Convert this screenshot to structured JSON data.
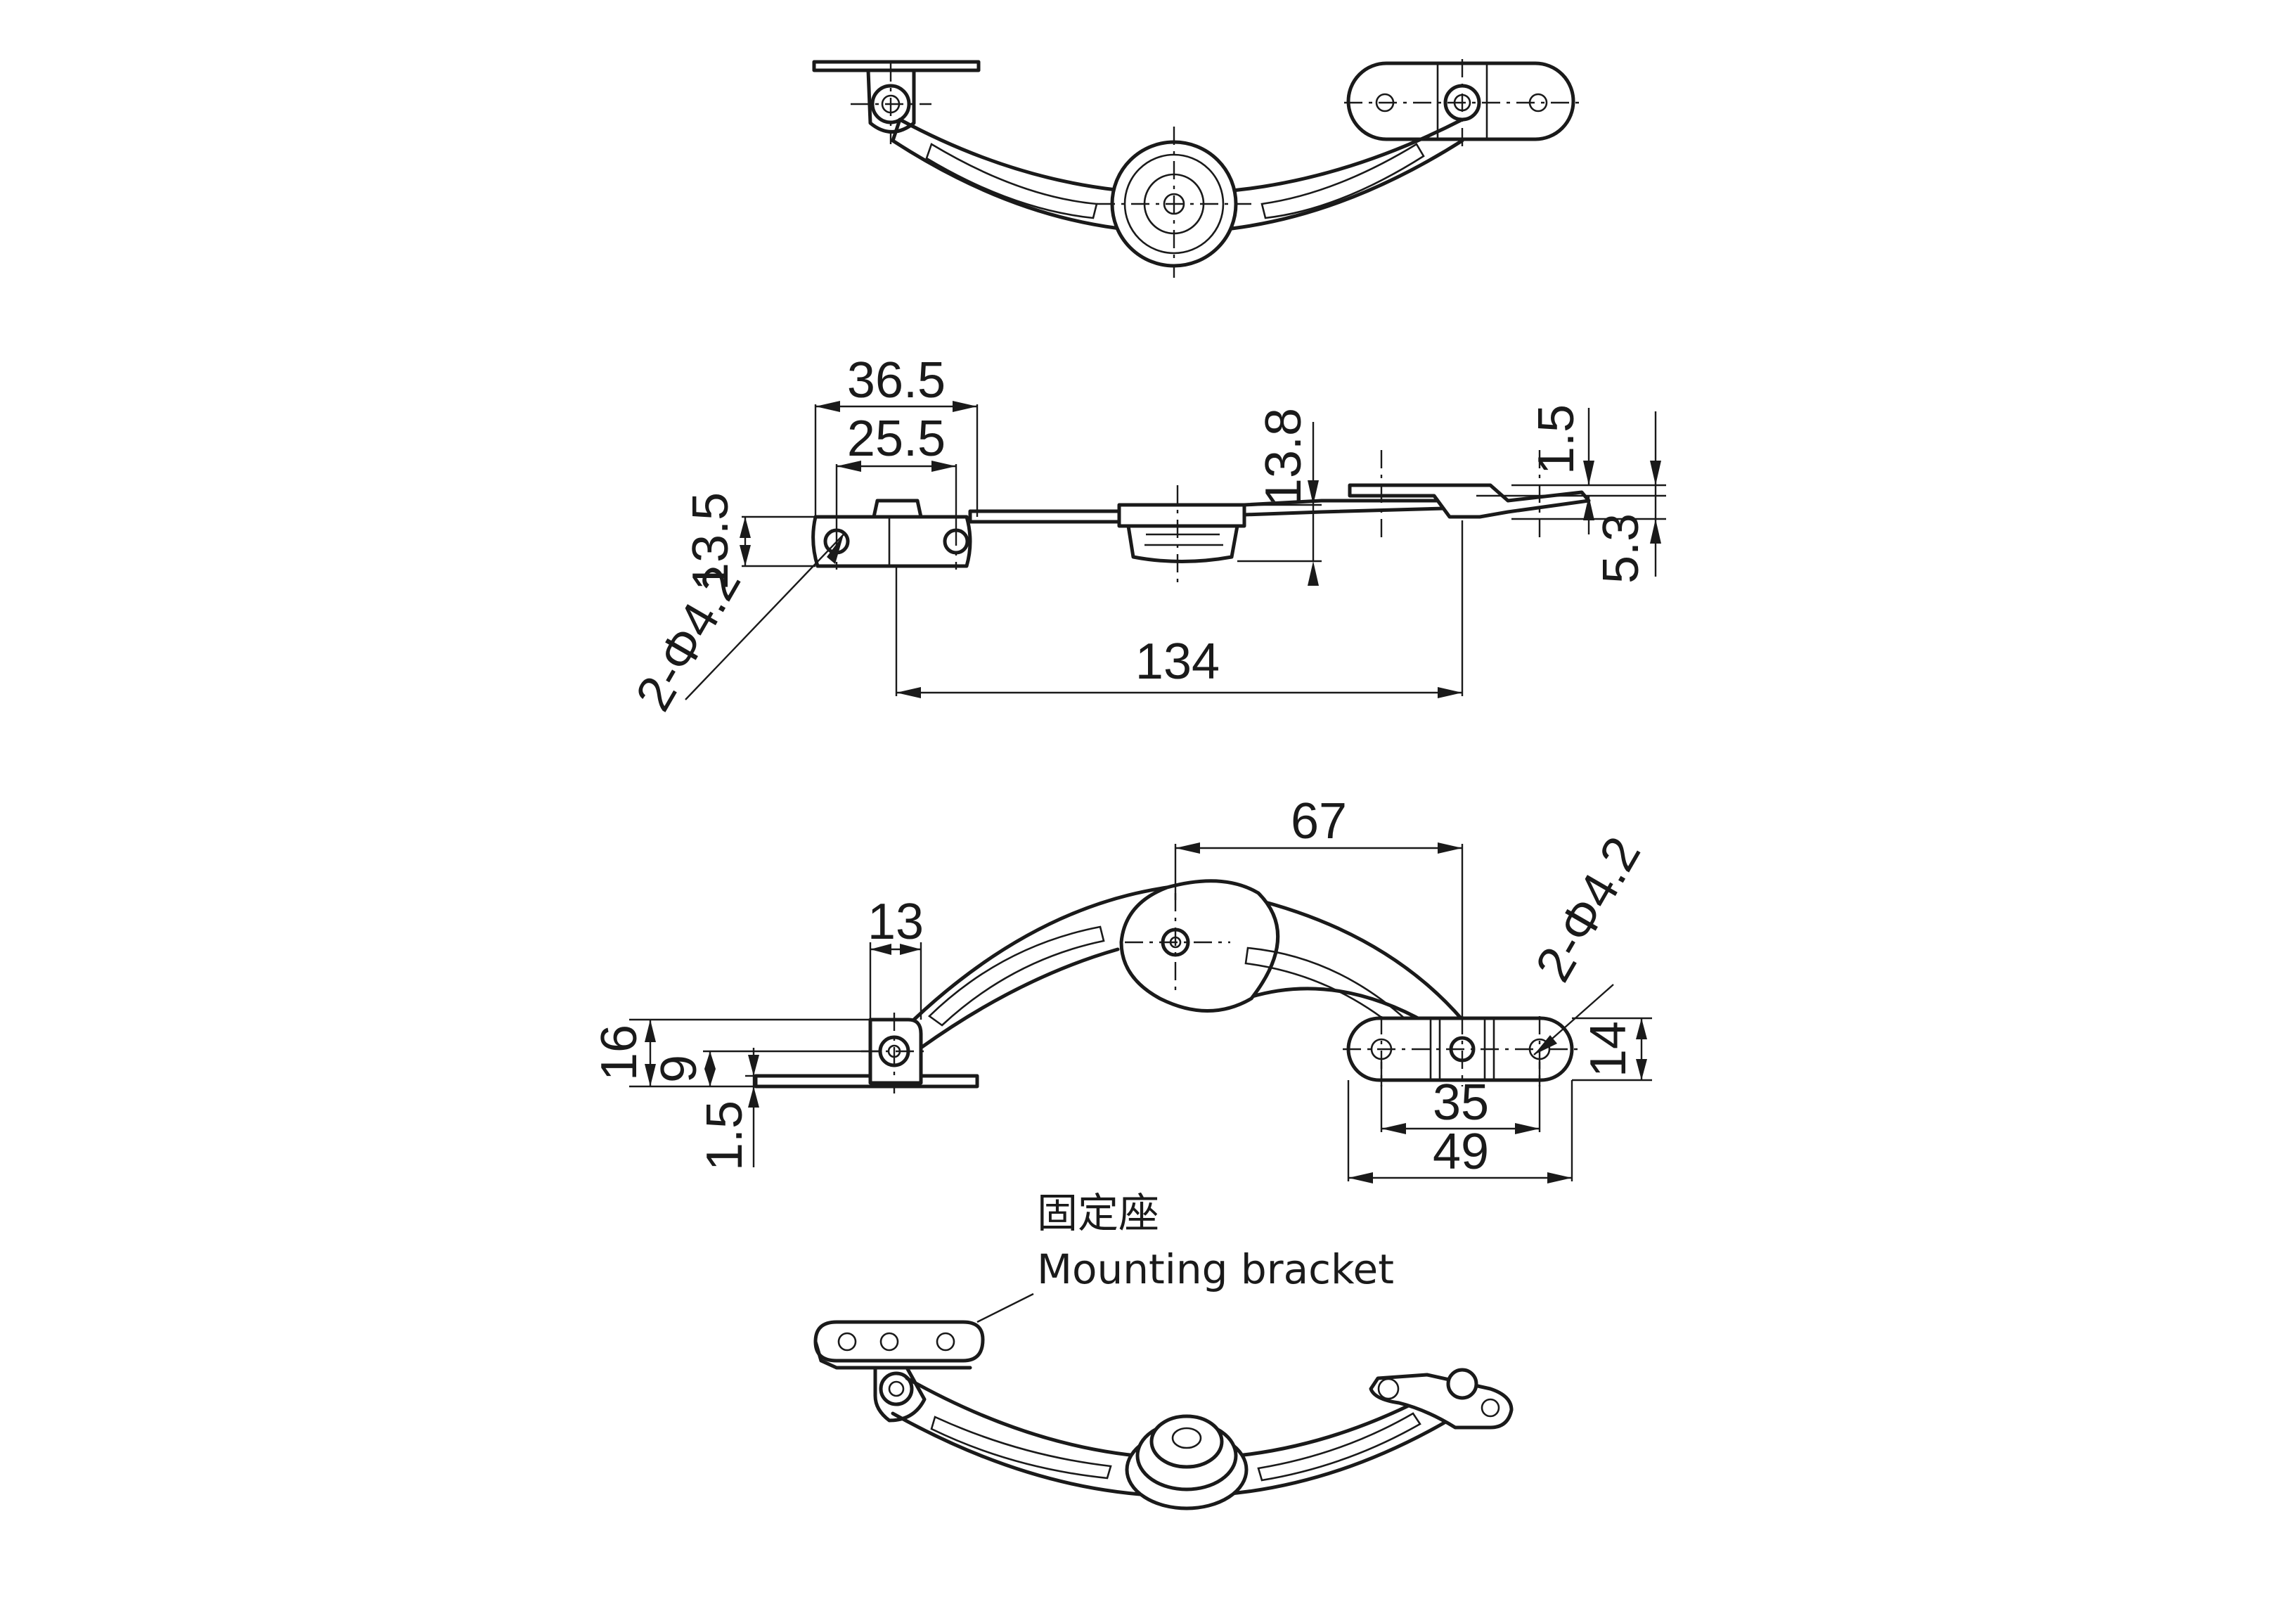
{
  "dimensions": {
    "side_36_5": "36.5",
    "side_25_5": "25.5",
    "side_13_8": "13.8",
    "side_1_5": "1.5",
    "side_13_5": "13.5",
    "side_5_3": "5.3",
    "side_hole": "2-Φ4.2",
    "side_134": "134",
    "front_67": "67",
    "front_13": "13",
    "front_16": "16",
    "front_9": "9",
    "front_1_5": "1.5",
    "front_hole": "2-Φ4.2",
    "front_14": "14",
    "front_35": "35",
    "front_49": "49"
  },
  "labels": {
    "bracket_cn": "固定座",
    "bracket_en": "Mounting bracket"
  }
}
